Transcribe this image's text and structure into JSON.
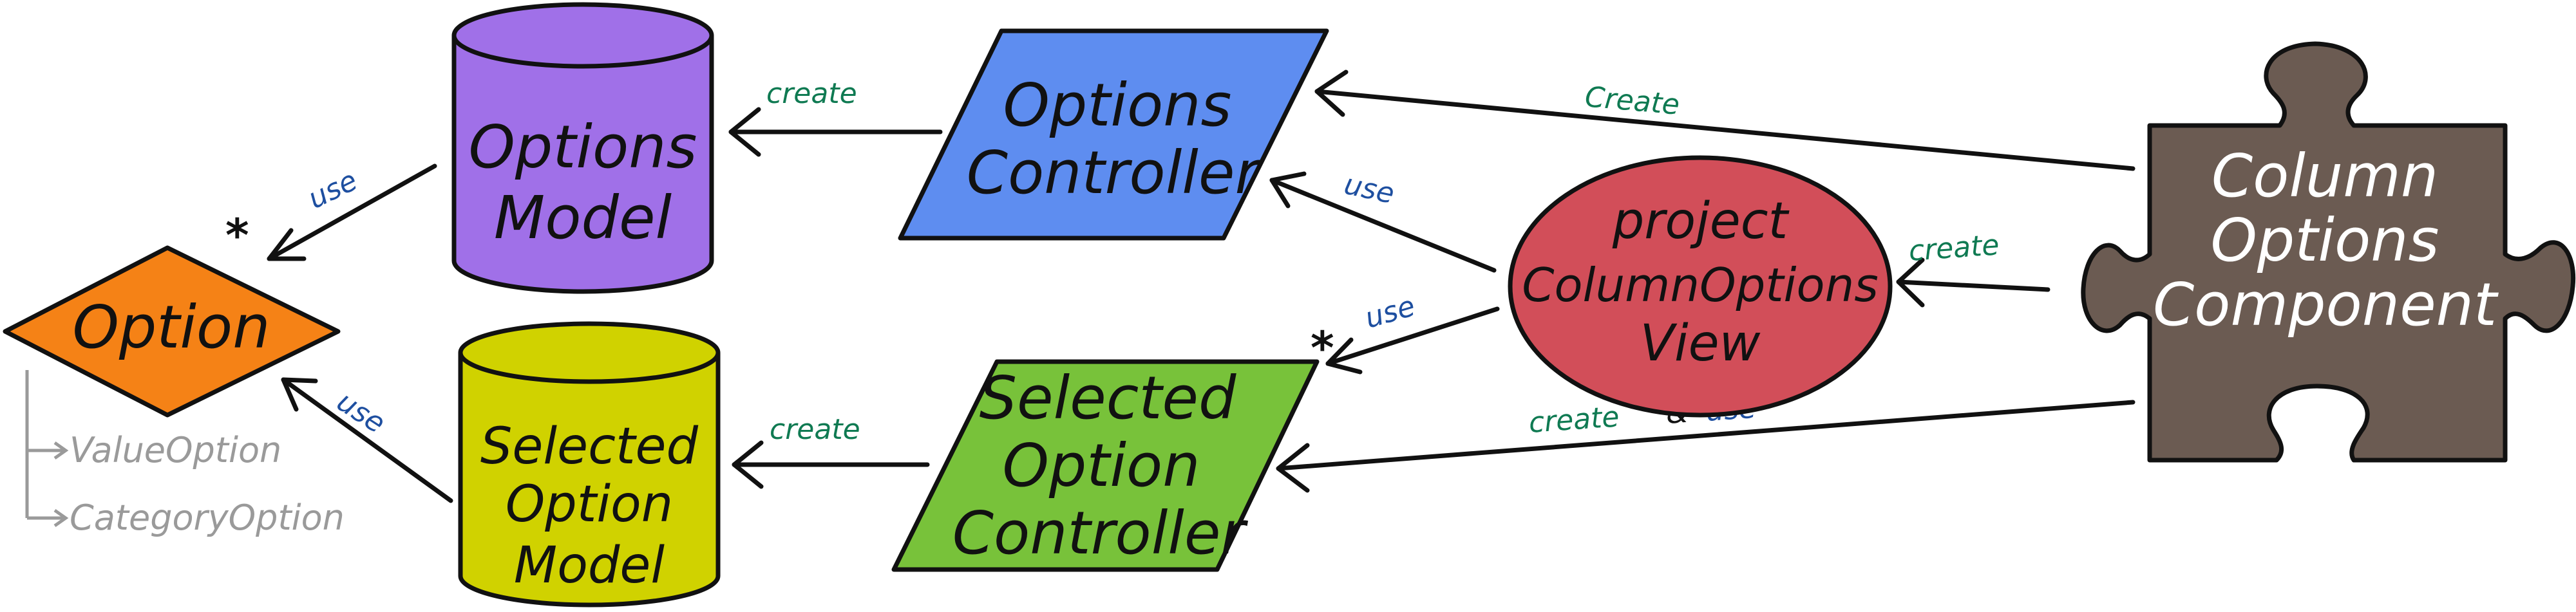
{
  "colors": {
    "option": "#f58216",
    "options_model": "#a070e8",
    "selected_option_model": "#d0d200",
    "options_controller": "#5e8df0",
    "selected_option_controller": "#78c23a",
    "view": "#d24e59",
    "component": "#6b5b52",
    "create_label": "#0f7a52",
    "use_label": "#1e4fa0",
    "subtype": "#9a9a9a"
  },
  "nodes": {
    "option": {
      "label": "Option",
      "shape": "diamond"
    },
    "options_model": {
      "lines": [
        "Options",
        "Model"
      ],
      "shape": "cylinder"
    },
    "selected_option_model": {
      "lines": [
        "Selected",
        "Option",
        "Model"
      ],
      "shape": "cylinder"
    },
    "options_controller": {
      "lines": [
        "Options",
        "Controller"
      ],
      "shape": "parallelogram"
    },
    "selected_option_controller": {
      "lines": [
        "Selected",
        "Option",
        "Controller"
      ],
      "shape": "parallelogram"
    },
    "view": {
      "lines": [
        "project",
        "ColumnOptions",
        "View"
      ],
      "shape": "ellipse"
    },
    "component": {
      "lines": [
        "Column",
        "Options",
        "Component"
      ],
      "shape": "puzzle-piece"
    }
  },
  "subtypes": [
    "ValueOption",
    "CategoryOption"
  ],
  "edges": {
    "options_model_to_option": {
      "label": "use",
      "multiplicity": "*"
    },
    "selected_model_to_option": {
      "label": "use"
    },
    "options_controller_to_model": {
      "label": "create"
    },
    "selected_controller_to_model": {
      "label": "create"
    },
    "view_to_options_controller": {
      "label": "use"
    },
    "view_to_selected_controller": {
      "label": "use",
      "multiplicity": "*"
    },
    "component_to_options_controller": {
      "label": "Create"
    },
    "component_to_view": {
      "label": "create"
    },
    "component_to_selected_controller": {
      "label_create": "create",
      "label_and": "&",
      "label_use": "use"
    }
  }
}
